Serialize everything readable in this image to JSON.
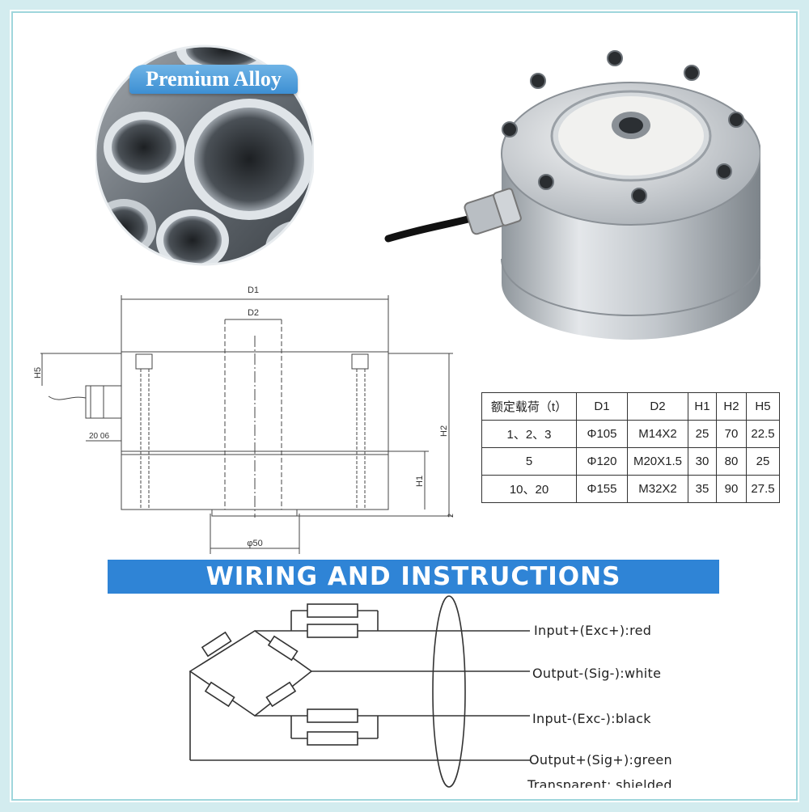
{
  "alloy_badge": "Premium Alloy",
  "drawing_labels": {
    "d1": "D1",
    "d2": "D2",
    "h5": "H5",
    "h2": "H2",
    "h1": "H1",
    "dim_left": "20 06",
    "base_dia": "φ50",
    "small": "2"
  },
  "spec_table": {
    "headers": [
      "额定载荷（t）",
      "D1",
      "D2",
      "H1",
      "H2",
      "H5"
    ],
    "rows": [
      [
        "1、2、3",
        "Φ105",
        "M14X2",
        "25",
        "70",
        "22.5"
      ],
      [
        "5",
        "Φ120",
        "M20X1.5",
        "30",
        "80",
        "25"
      ],
      [
        "10、20",
        "Φ155",
        "M32X2",
        "35",
        "90",
        "27.5"
      ]
    ]
  },
  "banner": "WIRING AND INSTRUCTIONS",
  "wiring_labels": [
    "Input+(Exc+):red",
    "Output-(Sig-):white",
    "Input-(Exc-):black",
    "Output+(Sig+):green",
    "Transparent: shielded"
  ],
  "colors": {
    "banner": "#2f84d6",
    "badge": "#3d8fd3",
    "frame": "#d3ecef"
  }
}
